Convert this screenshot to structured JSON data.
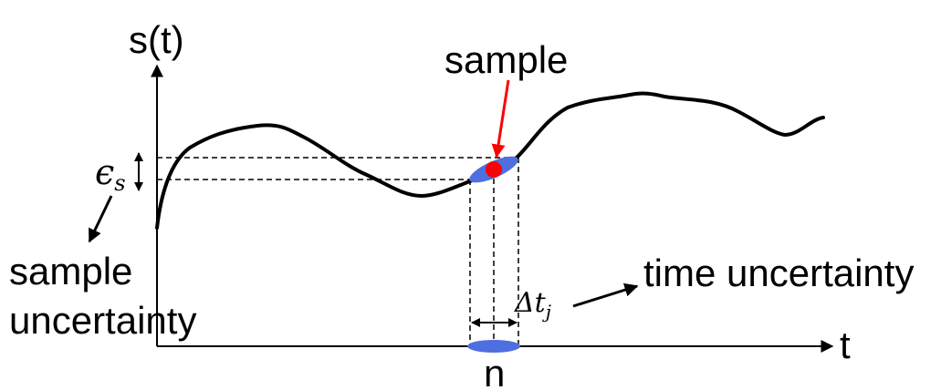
{
  "labels": {
    "y_axis": "s(t)",
    "x_axis": "t",
    "sample": "sample",
    "epsilon_symbol": "ϵ",
    "epsilon_sub": "s",
    "sample_uncertainty_line1": "sample",
    "sample_uncertainty_line2": "uncertainty",
    "time_uncertainty": "time uncertainty",
    "delta_symbol": "Δt",
    "delta_sub": "j",
    "n_label": "n"
  },
  "colors": {
    "curve": "#000000",
    "ellipse": "#4f6fe0",
    "sample_point": "#ff0000",
    "arrow_sample": "#ff0000"
  }
}
